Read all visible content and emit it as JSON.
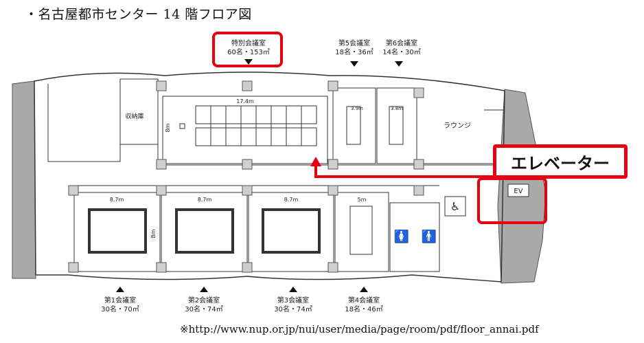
{
  "title": "・名古屋都市センター 14 階フロア図",
  "source_note": "※http://www.nup.or.jp/nui/user/media/page/room/pdf/floor_annai.pdf",
  "callout": {
    "label": "エレベーター",
    "color": "#e60012"
  },
  "rooms": {
    "special": {
      "name": "特別会議室",
      "capacity": "60名・153㎡",
      "width": "17.4m",
      "depth": "8m"
    },
    "r5": {
      "name": "第5会議室",
      "capacity": "18名・36㎡",
      "width": "3.9m"
    },
    "r6": {
      "name": "第6会議室",
      "capacity": "14名・30㎡",
      "width": "3.8m"
    },
    "r1": {
      "name": "第1会議室",
      "capacity": "30名・70㎡",
      "width": "8.7m"
    },
    "r2": {
      "name": "第2会議室",
      "capacity": "30名・74㎡",
      "width": "8.7m"
    },
    "r3": {
      "name": "第3会議室",
      "capacity": "30名・74㎡",
      "width": "8.7m"
    },
    "r4": {
      "name": "第4会議室",
      "capacity": "18名・46㎡",
      "width": "5m"
    },
    "storage": {
      "name": "収納庫"
    },
    "lounge": {
      "name": "ラウンジ"
    },
    "ev": {
      "name": "EV"
    },
    "lower_depth": "8m"
  }
}
